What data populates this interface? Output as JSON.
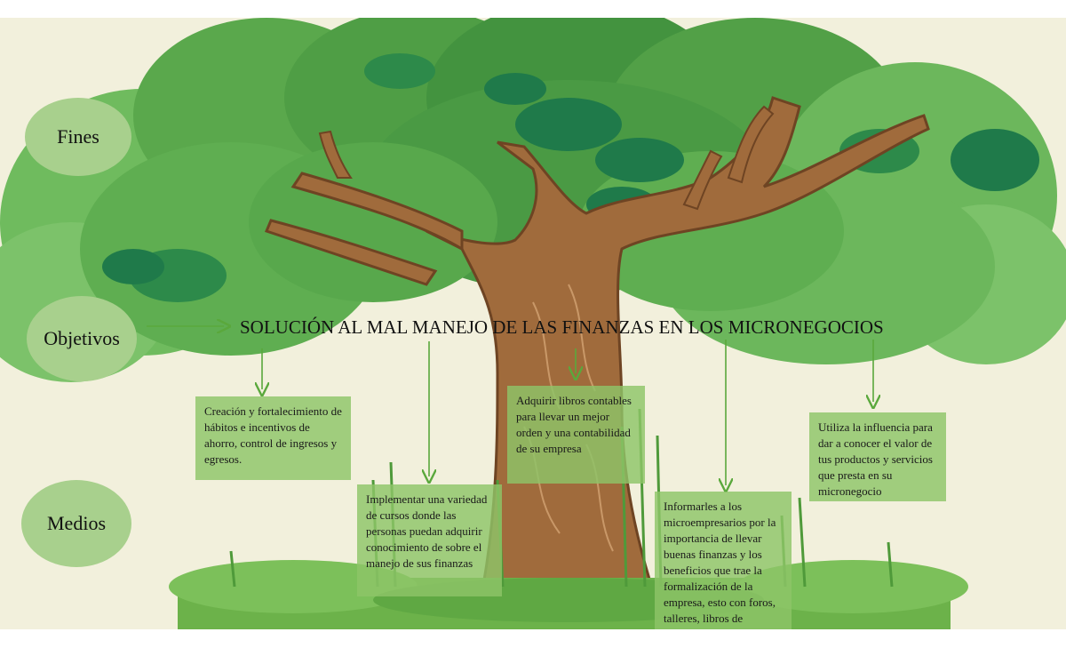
{
  "labels": {
    "fines": "Fines",
    "objetivos": "Objetivos",
    "medios": "Medios"
  },
  "title": "SOLUCIÓN AL MAL MANEJO DE LAS FINANZAS EN LOS MICRONEGOCIOS",
  "boxes": [
    {
      "text": "Creación y fortalecimiento de hábitos e incentivos de ahorro, control de ingresos y egresos."
    },
    {
      "text": "Implementar una variedad de cursos donde las personas puedan adquirir conocimiento de sobre el manejo de sus finanzas"
    },
    {
      "text": "Adquirir libros contables para llevar un mejor orden y una contabilidad de su empresa"
    },
    {
      "text": "Informarles a los microempresarios por la importancia de llevar buenas finanzas y los beneficios que trae la formalización de la empresa, esto con foros, talleres, libros de información, etc."
    },
    {
      "text": "Utiliza la influencia para dar a conocer el valor de tus productos y servicios que presta en su micronegocio"
    }
  ],
  "colors": {
    "background": "#f2f0dc",
    "oval": "#a8d08d",
    "box": "#8ec468",
    "arrow": "#5aa83c",
    "foliage_light": "#7cc26a",
    "foliage_mid": "#4f9e45",
    "foliage_dark": "#1f7a4a",
    "trunk": "#a06b3c",
    "grass": "#6cb24a"
  }
}
